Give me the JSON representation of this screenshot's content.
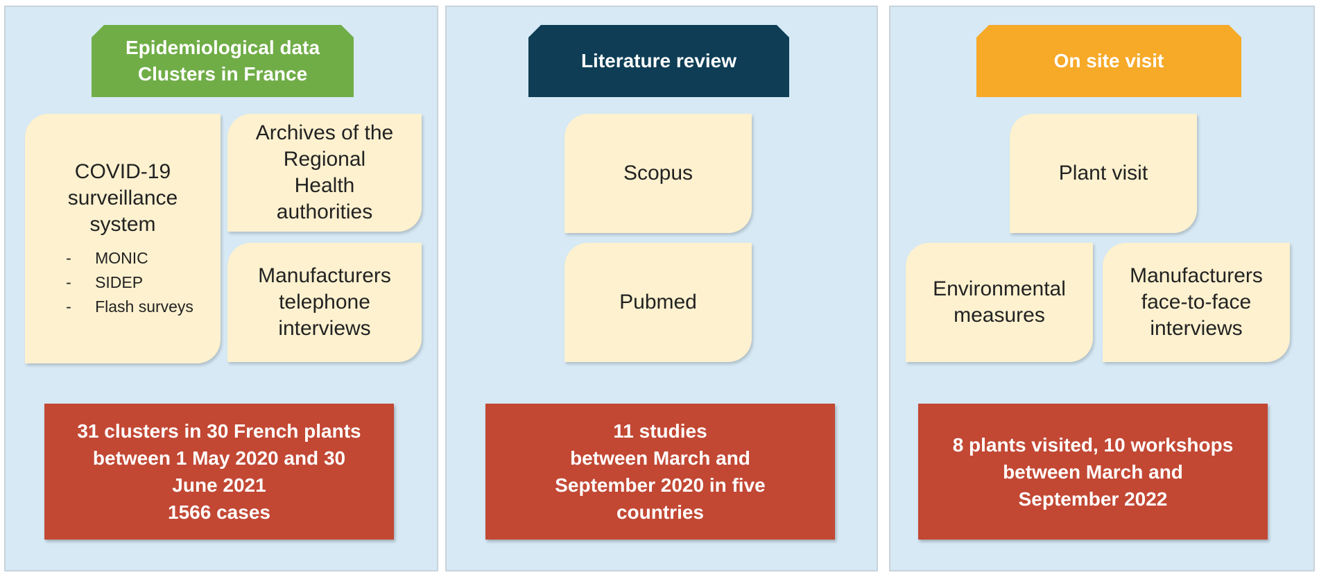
{
  "panels": {
    "epidemiological": {
      "header": "Epidemiological data\nClusters in France",
      "surveillance": {
        "title": "COVID-19\nsurveillance\nsystem",
        "items": [
          "MONIC",
          "SIDEP",
          "Flash surveys"
        ]
      },
      "archives": "Archives of the\nRegional\nHealth\nauthorities",
      "interviews": "Manufacturers\ntelephone\ninterviews",
      "result": "31 clusters in 30 French plants\nbetween 1 May 2020 and 30\nJune 2021\n1566 cases"
    },
    "literature": {
      "header": "Literature review",
      "scopus": "Scopus",
      "pubmed": "Pubmed",
      "result": "11 studies\nbetween March and\nSeptember 2020 in five\ncountries"
    },
    "onsite": {
      "header": "On site visit",
      "plant_visit": "Plant visit",
      "environmental": "Environmental\nmeasures",
      "interviews": "Manufacturers\nface-to-face\ninterviews",
      "result": "8 plants visited, 10 workshops\nbetween March and\nSeptember 2022"
    }
  },
  "colors": {
    "panel_bg": "#d6e9f5",
    "green_header": "#70ad47",
    "navy_header": "#0e3d55",
    "orange_header": "#f7a928",
    "source_box": "#fdf1cf",
    "result_box": "#c24834"
  }
}
